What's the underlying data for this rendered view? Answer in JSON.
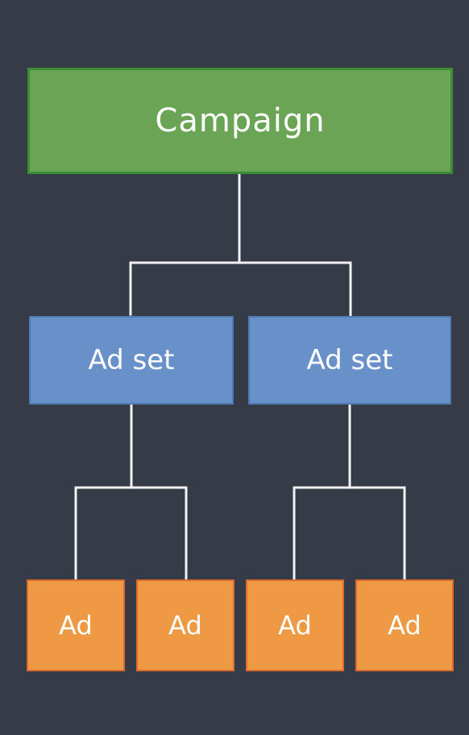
{
  "diagram": {
    "campaign": {
      "label": "Campaign"
    },
    "ad_sets": [
      {
        "label": "Ad set",
        "ads": [
          {
            "label": "Ad"
          },
          {
            "label": "Ad"
          }
        ]
      },
      {
        "label": "Ad set",
        "ads": [
          {
            "label": "Ad"
          },
          {
            "label": "Ad"
          }
        ]
      }
    ]
  },
  "colors": {
    "background": "#363b48",
    "campaign_fill": "#6aa455",
    "campaign_border": "#3b8c33",
    "ad_set_fill": "#6890c9",
    "ad_set_border": "#4f79b3",
    "ad_fill": "#ee9a45",
    "ad_border": "#de6a2e",
    "connector": "#f2f2f2"
  }
}
